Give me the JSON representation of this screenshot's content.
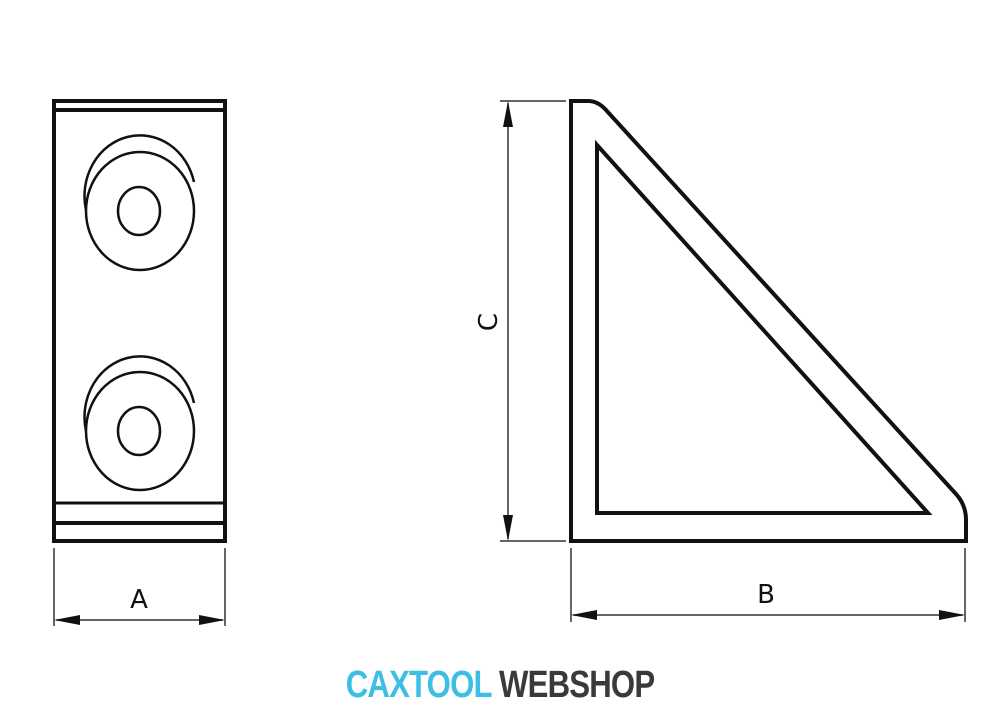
{
  "dimensions": {
    "a": "A",
    "b": "B",
    "c": "C"
  },
  "logo": {
    "part1": "CAXTOOL",
    "part2": "WEBSHOP"
  },
  "colors": {
    "brand_blue": "#3dbfe3",
    "brand_dark": "#3a3a3a"
  }
}
